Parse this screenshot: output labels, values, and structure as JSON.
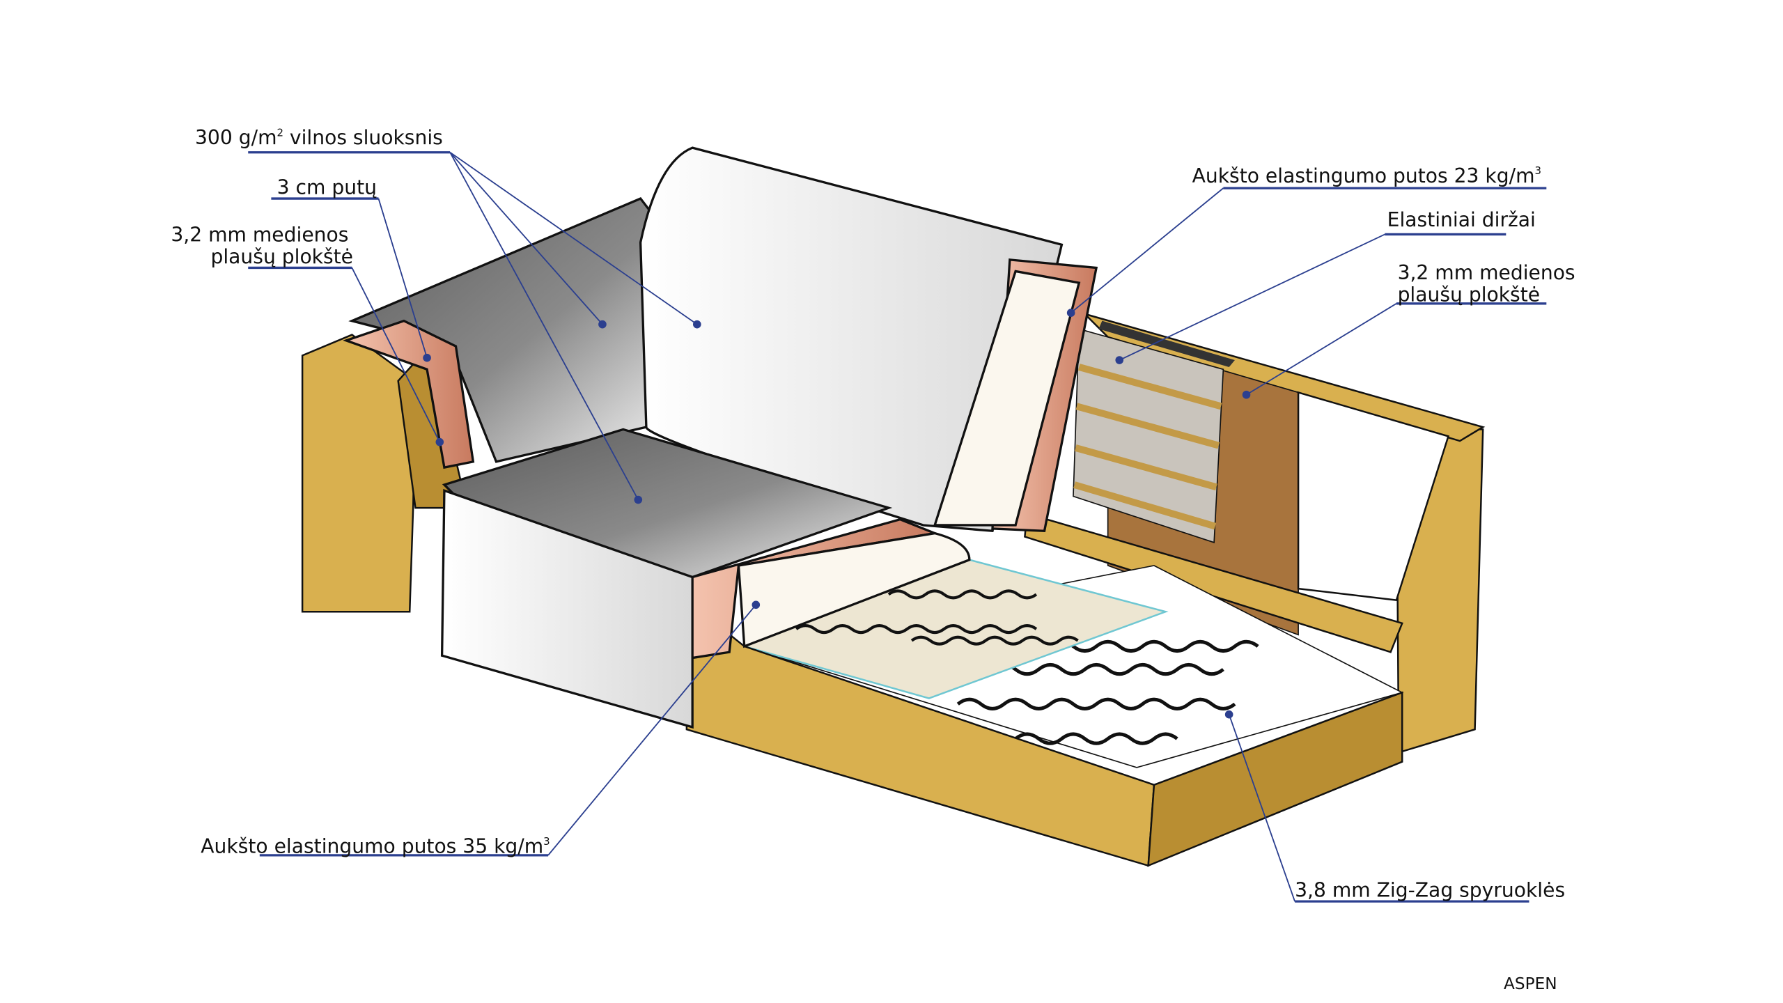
{
  "labels": {
    "wool_layer": {
      "text": "300 g/m",
      "sup": "2",
      "rest": " vilnos sluoksnis"
    },
    "foam_3cm": "3 cm putų",
    "fiberboard_left": {
      "line1": "3,2 mm medienos",
      "line2": "plaušų plokštė"
    },
    "foam_23": {
      "text": "Aukšto elastingumo putos 23 kg/m",
      "sup": "3"
    },
    "elastic_belts": "Elastiniai diržai",
    "fiberboard_right": {
      "line1": "3,2 mm medienos",
      "line2": "plaušų plokštė"
    },
    "foam_35": {
      "text": "Aukšto elastingumo putos 35 kg/m",
      "sup": "3"
    },
    "zigzag": "3,8 mm Zig-Zag spyruoklės"
  },
  "model_name": "ASPEN",
  "colors": {
    "leader": "#2b3f8f",
    "wood": "#d9b04f",
    "fabric_gray": "#6b6b6b",
    "foam_pink": "#e8a58a",
    "fiberboard": "#a8743d"
  }
}
